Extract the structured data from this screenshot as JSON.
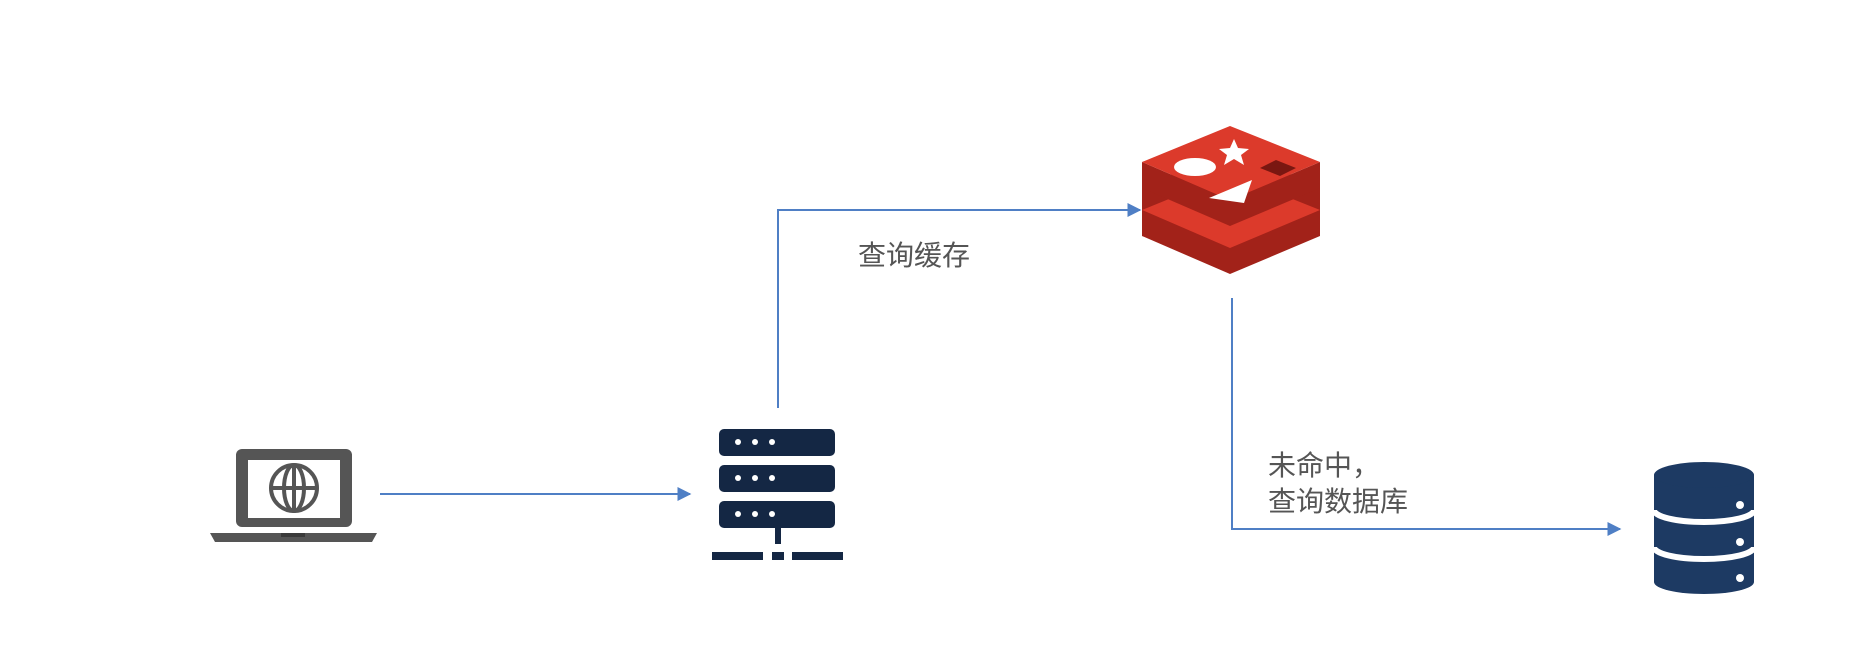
{
  "labels": {
    "cache_query": "查询缓存",
    "miss_line1": "未命中，",
    "miss_line2": "查询数据库"
  },
  "nodes": {
    "client": {
      "icon": "laptop-globe-icon"
    },
    "server": {
      "icon": "server-rack-icon"
    },
    "cache": {
      "icon": "redis-logo-icon"
    },
    "database": {
      "icon": "database-icon"
    }
  },
  "colors": {
    "arrow": "#4F7FC5",
    "laptop": "#555555",
    "server": "#142744",
    "redis_top": "#DC3A2B",
    "redis_dark": "#A22219",
    "database": "#1D3A63",
    "label": "#555555"
  }
}
